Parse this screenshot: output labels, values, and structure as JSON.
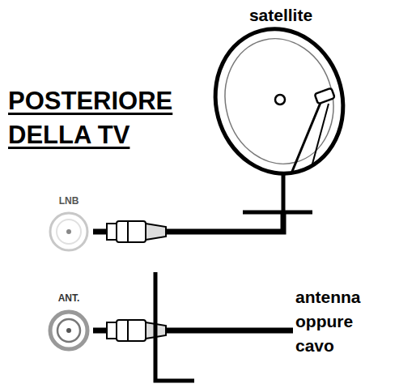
{
  "diagram": {
    "title": "POSTERIORE DELLA TV",
    "nodes": [
      {
        "text": [
          "satellite"
        ]
      },
      {
        "text": [
          "LNB"
        ]
      },
      {
        "text": [
          "ANT."
        ]
      },
      {
        "text": [
          "antenna oppure cavo"
        ]
      }
    ],
    "edges": [
      {
        "from": 1,
        "to": 0,
        "arrow": "none"
      },
      {
        "from": 2,
        "to": 3,
        "arrow": "none"
      }
    ]
  }
}
